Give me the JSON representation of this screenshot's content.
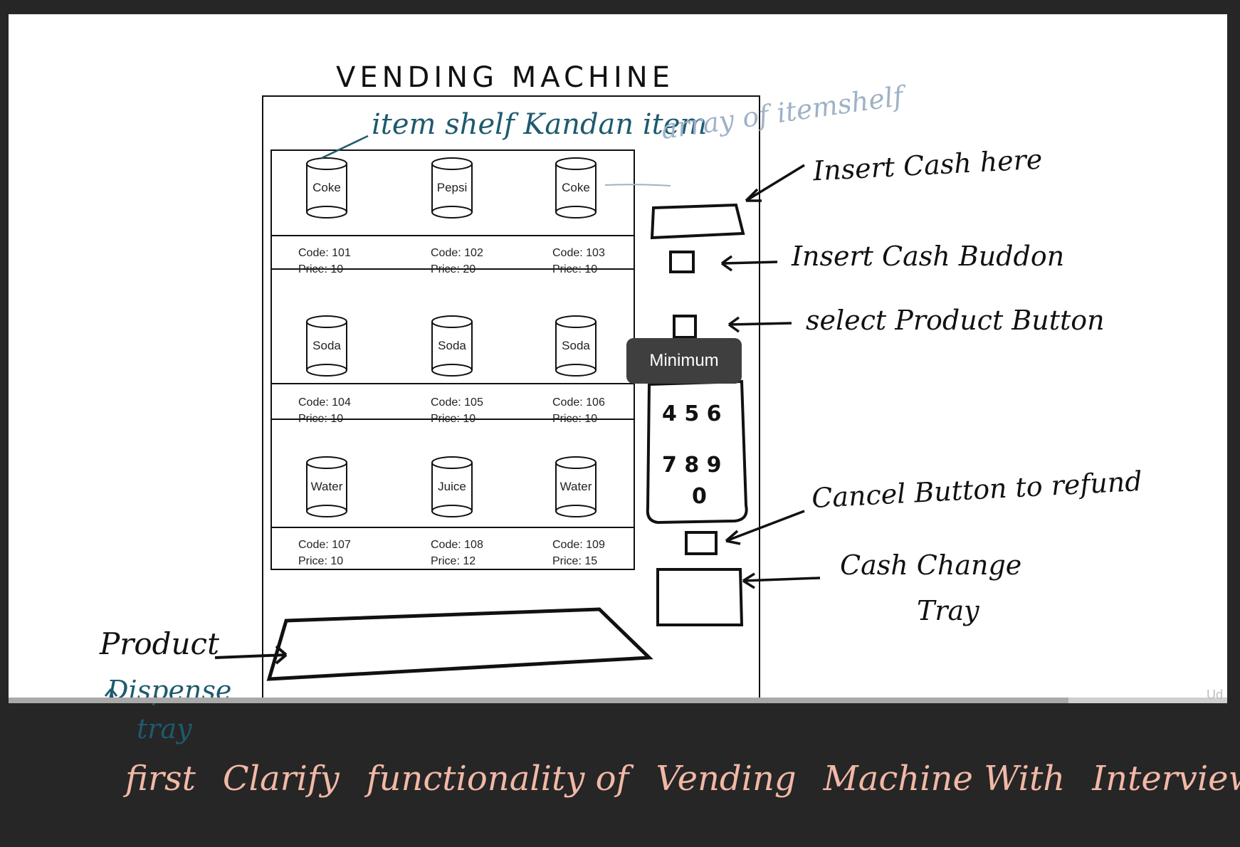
{
  "canvas": {
    "title": "VENDING MACHINE",
    "annotations": {
      "item_shelf": "item shelf Kandan item",
      "array_of_itemshelf": "array of itemshelf",
      "insert_cash_here": "Insert Cash here",
      "insert_cash_button": "Insert Cash Buddon",
      "select_product_button": "select Product Button",
      "cancel_button": "Cancel Button to refund",
      "cash_change": "Cash Change",
      "tray": "Tray",
      "product": "Product",
      "dispense": "Dispense",
      "dispense_tray": "tray"
    },
    "shelves": [
      [
        {
          "name": "Coke",
          "code": "Code: 101",
          "price": "Price:  10"
        },
        {
          "name": "Pepsi",
          "code": "Code: 102",
          "price": "Price:  20"
        },
        {
          "name": "Coke",
          "code": "Code: 103",
          "price": "Price:  10"
        }
      ],
      [
        {
          "name": "Soda",
          "code": "Code: 104",
          "price": "Price:  10"
        },
        {
          "name": "Soda",
          "code": "Code: 105",
          "price": "Price:  10"
        },
        {
          "name": "Soda",
          "code": "Code: 106",
          "price": "Price:  10"
        }
      ],
      [
        {
          "name": "Water",
          "code": "Code: 107",
          "price": "Price:  10"
        },
        {
          "name": "Juice",
          "code": "Code: 108",
          "price": "Price:  12"
        },
        {
          "name": "Water",
          "code": "Code: 109",
          "price": "Price:  15"
        }
      ]
    ],
    "keypad": {
      "row2": "4 5 6",
      "row3": "7 8 9",
      "row4": "0"
    }
  },
  "player": {
    "tooltip": "Minimum",
    "progress_percent": 87,
    "brand": "Ud"
  },
  "caption": {
    "words": [
      "first",
      "Clarify",
      "functionality of",
      "Vending",
      "Machine With",
      "Interviewer"
    ]
  },
  "colors": {
    "background": "#262626",
    "canvas": "#ffffff",
    "ink": "#111111",
    "teal_ink": "#1e5a6e",
    "light_ink": "#9fb2c6",
    "caption": "#f2b8a6"
  }
}
